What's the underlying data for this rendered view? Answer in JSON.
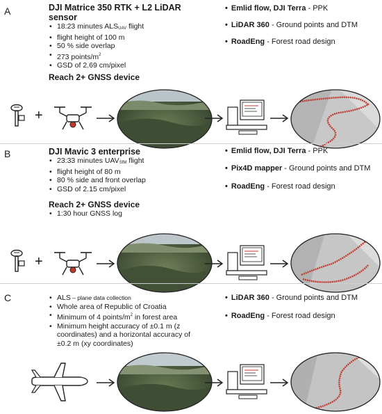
{
  "panels": [
    {
      "letter": "A",
      "title": "DJI Matrice 350 RTK + L2 LiDAR sensor",
      "items": [
        {
          "pre": "18:23 minutes ALS",
          "sub": "UAV",
          "post": " flight"
        },
        {
          "pre": "flight height of 100 m"
        },
        {
          "pre": "50 % side overlap"
        },
        {
          "pre": "273 points/m",
          "sup": "2"
        },
        {
          "pre": "GSD of 2.69 cm/pixel"
        }
      ],
      "subtitle": "Reach 2+ GNSS device",
      "subitems": [],
      "software": [
        {
          "name": "Emlid flow, DJI Terra",
          "desc": " - PPK"
        },
        {
          "name": "LiDAR 360",
          "desc": " - Ground points and DTM"
        },
        {
          "name": "RoadEng",
          "desc": " - Forest road design"
        }
      ],
      "plus": "+"
    },
    {
      "letter": "B",
      "title": "DJI Mavic 3 enterprise",
      "items": [
        {
          "pre": "23:33 minutes UAV",
          "sub": "SfM",
          "post": " flight"
        },
        {
          "pre": "flight height of 80 m"
        },
        {
          "pre": "80 % side and front overlap"
        },
        {
          "pre": "GSD of 2.15 cm/pixel"
        }
      ],
      "subtitle": "Reach 2+ GNSS device",
      "subitems": [
        "1:30 hour GNSS log"
      ],
      "software": [
        {
          "name": "Emlid flow, DJI Terra",
          "desc": " - PPK"
        },
        {
          "name": "Pix4D mapper",
          "desc": " - Ground points and DTM"
        },
        {
          "name": "RoadEng",
          "desc": " - Forest road design"
        }
      ],
      "plus": "+"
    },
    {
      "letter": "C",
      "title": "",
      "items": [
        {
          "pre": "ALS",
          "small": " – plane data collection"
        },
        {
          "pre": "Whole area of Republic of Croatia"
        },
        {
          "pre": "Minimum of 4 points/m",
          "sup": "2",
          "post": " in forest area"
        },
        {
          "pre": "Minimum height accuracy of ±0.1 m (z coordinates) and a horizontal accuracy of ±0.2 m (xy coordinates)"
        }
      ],
      "subtitle": "",
      "subitems": [],
      "software": [
        {
          "name": "LiDAR 360",
          "desc": " - Ground points and DTM"
        },
        {
          "name": "RoadEng",
          "desc": " - Forest road design"
        }
      ],
      "plus": ""
    }
  ],
  "colors": {
    "forest_dark": "#3d4a34",
    "forest_mid": "#5f6e4e",
    "sky": "#b9c4c9",
    "road_red": "#c0392b",
    "dtm_gray": "#9a9a9a"
  },
  "icons": [
    "gnss-receiver-icon",
    "drone-icon",
    "airplane-icon",
    "arrow-icon",
    "computer-icon",
    "plus-icon"
  ]
}
